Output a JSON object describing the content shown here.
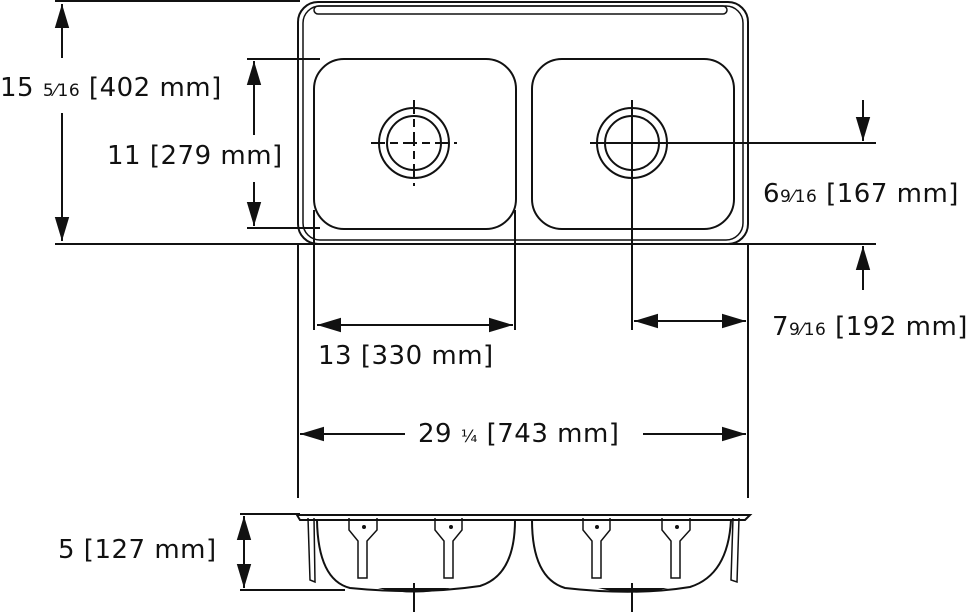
{
  "drawing": {
    "subject": "double bowl sink dimension drawing",
    "views": [
      "top view",
      "side view"
    ],
    "dimensions": {
      "overall_depth": {
        "whole": "15",
        "fraction": "5⁄16",
        "metric": "[402 mm]"
      },
      "bowl_depth_front_back": {
        "text": "11 [279 mm]"
      },
      "drain_to_back": {
        "whole": "6",
        "fraction": "9⁄16",
        "metric": "[167 mm]"
      },
      "drain_to_side": {
        "whole": "7",
        "fraction": "9⁄16",
        "metric": "[192 mm]"
      },
      "bowl_width": {
        "text": "13 [330 mm]"
      },
      "overall_width": {
        "whole": "29",
        "fraction": "¼",
        "metric": "[743 mm]"
      },
      "bowl_height": {
        "text": "5 [127 mm]"
      }
    }
  }
}
